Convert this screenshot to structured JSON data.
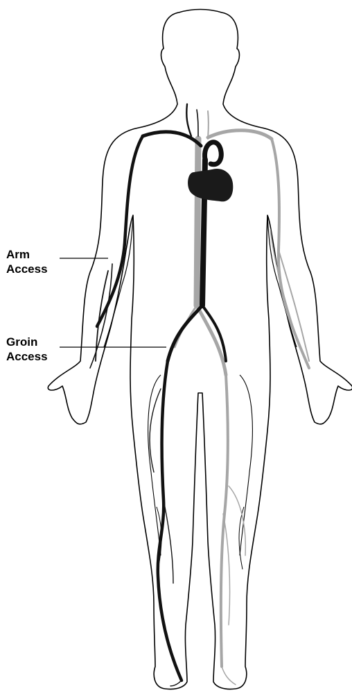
{
  "labels": {
    "arm": {
      "line1": "Arm",
      "line2": "Access"
    },
    "groin": {
      "line1": "Groin",
      "line2": "Access"
    }
  },
  "colors": {
    "outline": "#000000",
    "artery": "#111111",
    "vein": "#a6a6a6",
    "heart": "#1a1a1a",
    "background": "#ffffff"
  }
}
